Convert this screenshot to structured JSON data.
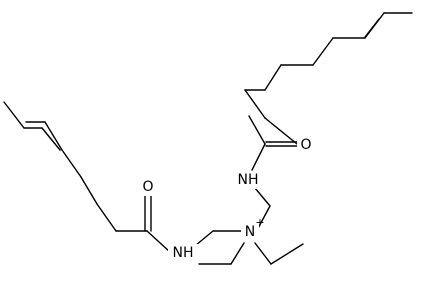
{
  "molecule": {
    "atoms": {
      "o_top": "O",
      "nh_top": "NH",
      "o_left": "O",
      "nh_left": "NH",
      "n_center": "N",
      "n_charge": "+"
    }
  }
}
